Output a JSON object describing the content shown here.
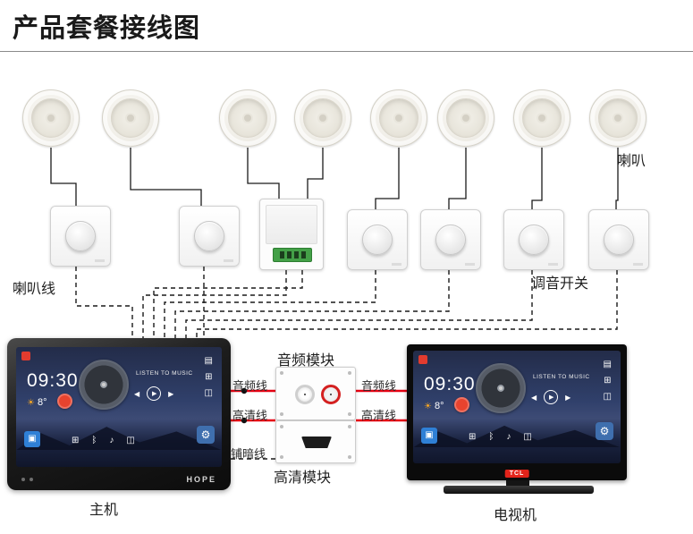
{
  "title": "产品套餐接线图",
  "labels": {
    "speakers": "喇叭",
    "speaker_wire": "喇叭线",
    "volume_switches": "调音开关",
    "audio_module": "音频模块",
    "hd_module": "高清模块",
    "audio_cable_left": "音频线",
    "hd_cable_left": "高清线",
    "concealed_wire": "铺暗线",
    "audio_cable_right": "音频线",
    "hd_cable_right": "高清线",
    "main_unit": "主机",
    "tv": "电视机"
  },
  "main_unit_screen": {
    "time": "09:30",
    "temp": "8°",
    "music_text": "LISTEN TO MUSIC",
    "brand": "HOPE"
  },
  "tv_screen": {
    "time": "09:30",
    "temp": "8°",
    "music_text": "LISTEN TO MUSIC",
    "brand": "TCL"
  },
  "icons": {
    "sun": "☀",
    "gear": "⚙",
    "grid": "⊞",
    "list": "▤",
    "apps": "◫",
    "music": "♪",
    "bluetooth": "ᛒ",
    "play": "▶",
    "prev": "◀",
    "next": "▶",
    "folder": "▣"
  }
}
